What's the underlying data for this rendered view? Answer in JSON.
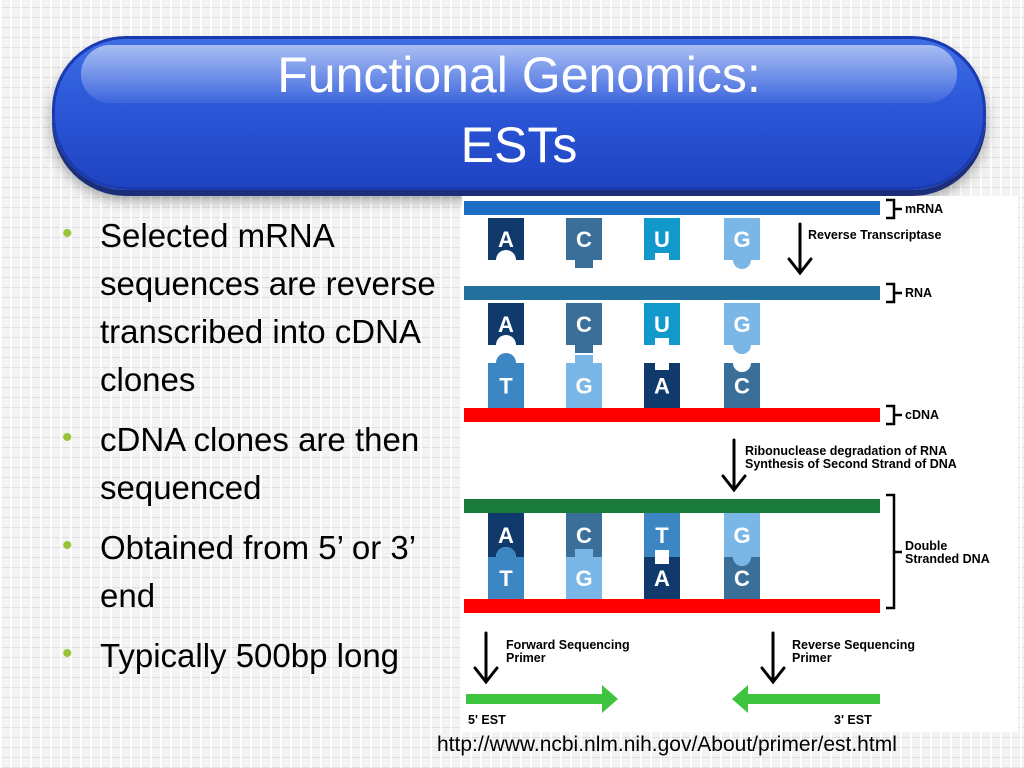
{
  "slide": {
    "title_line1": "Functional Genomics:",
    "title_line2": "ESTs",
    "bullets": [
      "Selected mRNA sequences are reverse transcribed into cDNA clones",
      "cDNA clones are then sequenced",
      "Obtained from 5’ or 3’ end",
      "Typically 500bp long"
    ],
    "bullet_glyph": "•",
    "source_url": "http://www.ncbi.nlm.nih.gov/About/primer/est.html"
  },
  "diagram": {
    "labels": {
      "mrna": "mRNA",
      "reverse_transcriptase": "Reverse Transcriptase",
      "rna": "RNA",
      "cdna": "cDNA",
      "degradation_1": "Ribonuclease degradation of RNA",
      "degradation_2": "Synthesis of Second Strand of DNA",
      "double_1": "Double",
      "double_2": "Stranded DNA",
      "forward_1": "Forward Sequencing",
      "forward_2": "Primer",
      "reverse_1": "Reverse Sequencing",
      "reverse_2": "Primer",
      "est5": "5' EST",
      "est3": "3' EST"
    },
    "rows": {
      "mrna_bases": [
        "A",
        "C",
        "U",
        "G"
      ],
      "rna_bases": [
        "A",
        "C",
        "U",
        "G"
      ],
      "cdna_bases": [
        "T",
        "G",
        "A",
        "C"
      ],
      "ds_top_bases": [
        "A",
        "C",
        "T",
        "G"
      ],
      "ds_bottom_bases": [
        "T",
        "G",
        "A",
        "C"
      ]
    },
    "colors": {
      "mrna_strand": "#1a6fc4",
      "rna_strand": "#23719c",
      "cdna_strand": "#ff0000",
      "second_strand": "#1a7a3c",
      "est_arrow": "#3ec43e",
      "base_A": "#0f3a6b",
      "base_C": "#3a6f9a",
      "base_U": "#1299cc",
      "base_G": "#7ab6e6",
      "base_T": "#3d86c4",
      "bullet": "#99c43a",
      "title_bg": "#2b57d8"
    }
  }
}
